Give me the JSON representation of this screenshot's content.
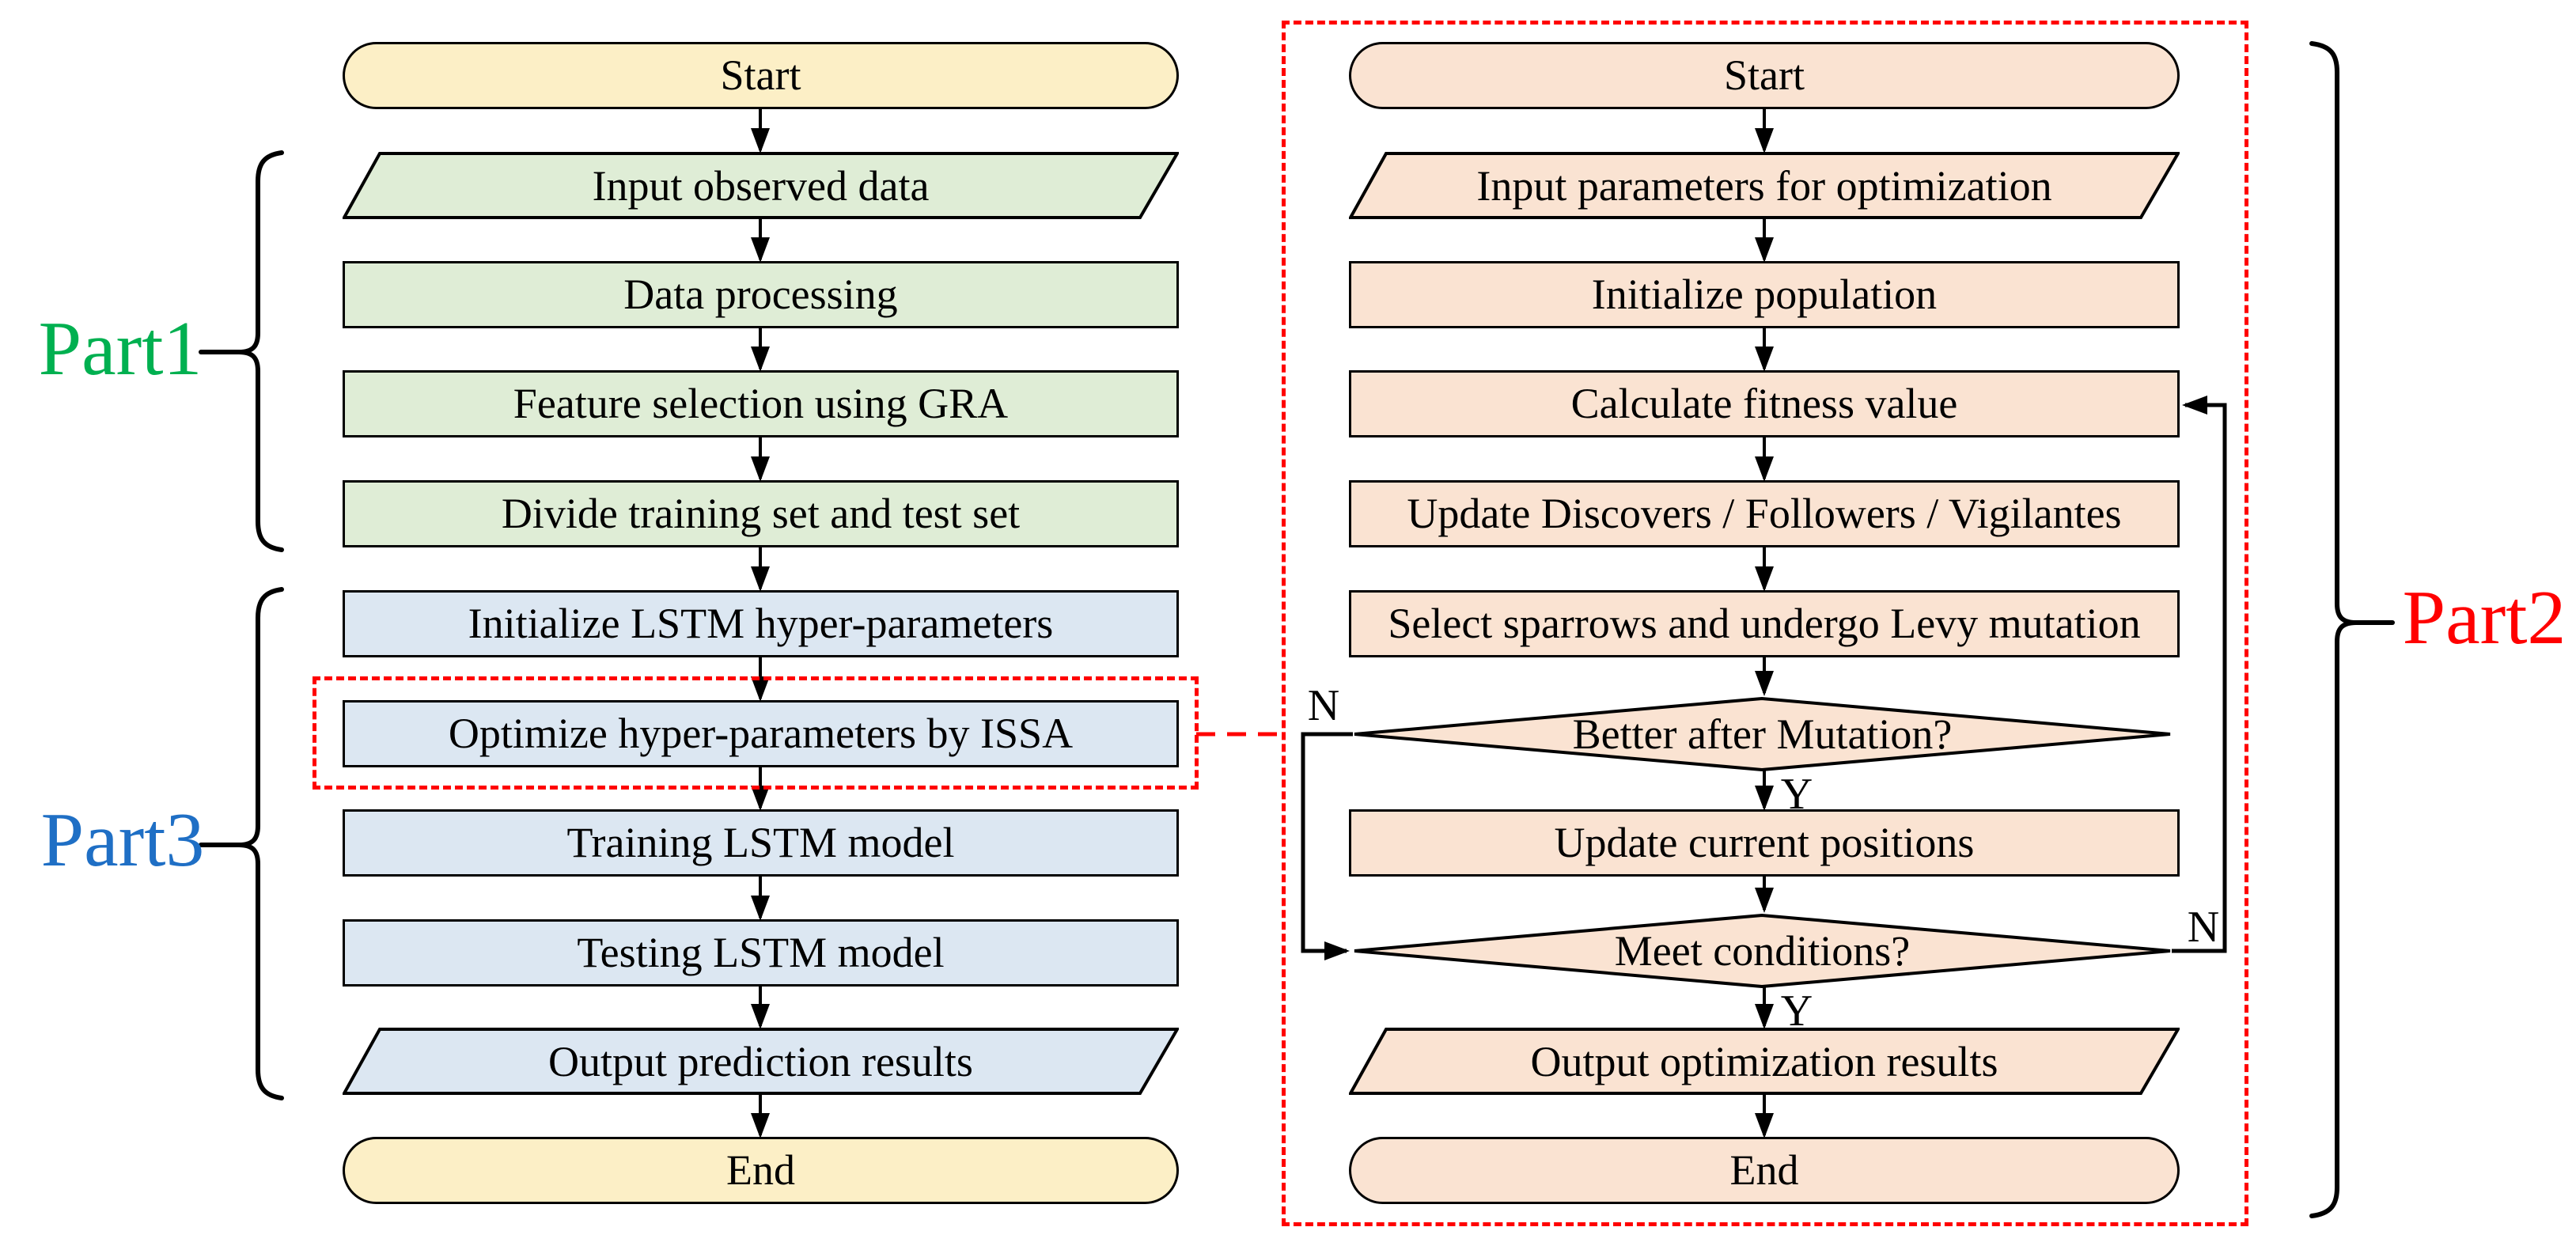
{
  "left": {
    "part1": "Part1",
    "part3": "Part3",
    "start": "Start",
    "input": "Input observed data",
    "data_processing": "Data processing",
    "feature_selection": "Feature selection using GRA",
    "divide": "Divide training set and test set",
    "init_lstm": "Initialize LSTM hyper-parameters",
    "optimize_issa": "Optimize hyper-parameters by ISSA",
    "training": "Training LSTM model",
    "testing": "Testing LSTM model",
    "output": "Output prediction results",
    "end": "End"
  },
  "right": {
    "part2": "Part2",
    "start": "Start",
    "input": "Input parameters for optimization",
    "init_population": "Initialize population",
    "calc_fitness": "Calculate fitness value",
    "update_roles": "Update Discovers / Followers / Vigilantes",
    "select_sparrows": "Select sparrows and undergo Levy mutation",
    "better_mutation": "Better after Mutation?",
    "update_positions": "Update current positions",
    "meet_conditions": "Meet conditions?",
    "output": "Output optimization results",
    "end": "End",
    "label_no_better": "N",
    "label_yes_better": "Y",
    "label_no_meet": "N",
    "label_yes_meet": "Y"
  },
  "colors": {
    "terminator_fill": "#FCEFC6",
    "part1_fill": "#DFEDD6",
    "part3_fill": "#DCE7F2",
    "part2_fill": "#FAE3D2",
    "part1_text": "#00B050",
    "part2_text": "#FF0000",
    "part3_text": "#1F6FC5",
    "annotation_red": "#FF0000"
  }
}
